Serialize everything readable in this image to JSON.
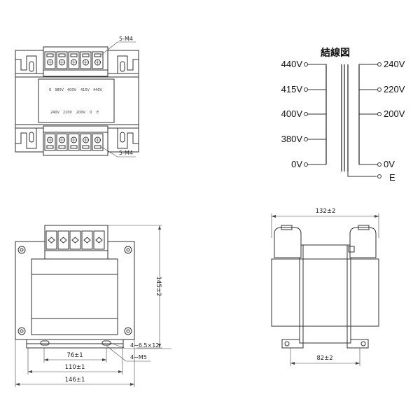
{
  "top_view": {
    "terminal_label_top": "5-M4",
    "terminal_label_bottom": "5-M4",
    "nameplate_row1": [
      "0",
      "380V",
      "400V",
      "415V",
      "440V"
    ],
    "nameplate_row2": [
      "240V",
      "220V",
      "200V",
      "0",
      "E"
    ]
  },
  "wiring_diagram": {
    "title": "結線図",
    "primary_taps": [
      "440V",
      "415V",
      "400V",
      "380V",
      "0V"
    ],
    "secondary_taps": [
      "240V",
      "220V",
      "200V",
      "0V",
      "E"
    ]
  },
  "front_view": {
    "height_dim": "145±2",
    "hole_label": "4−6.5×12",
    "screw_label": "4−M5",
    "inner_dim": "76±1",
    "mid_dim": "110±1",
    "outer_dim": "146±1"
  },
  "side_view": {
    "top_dim": "132±2",
    "bottom_dim": "82±2"
  }
}
